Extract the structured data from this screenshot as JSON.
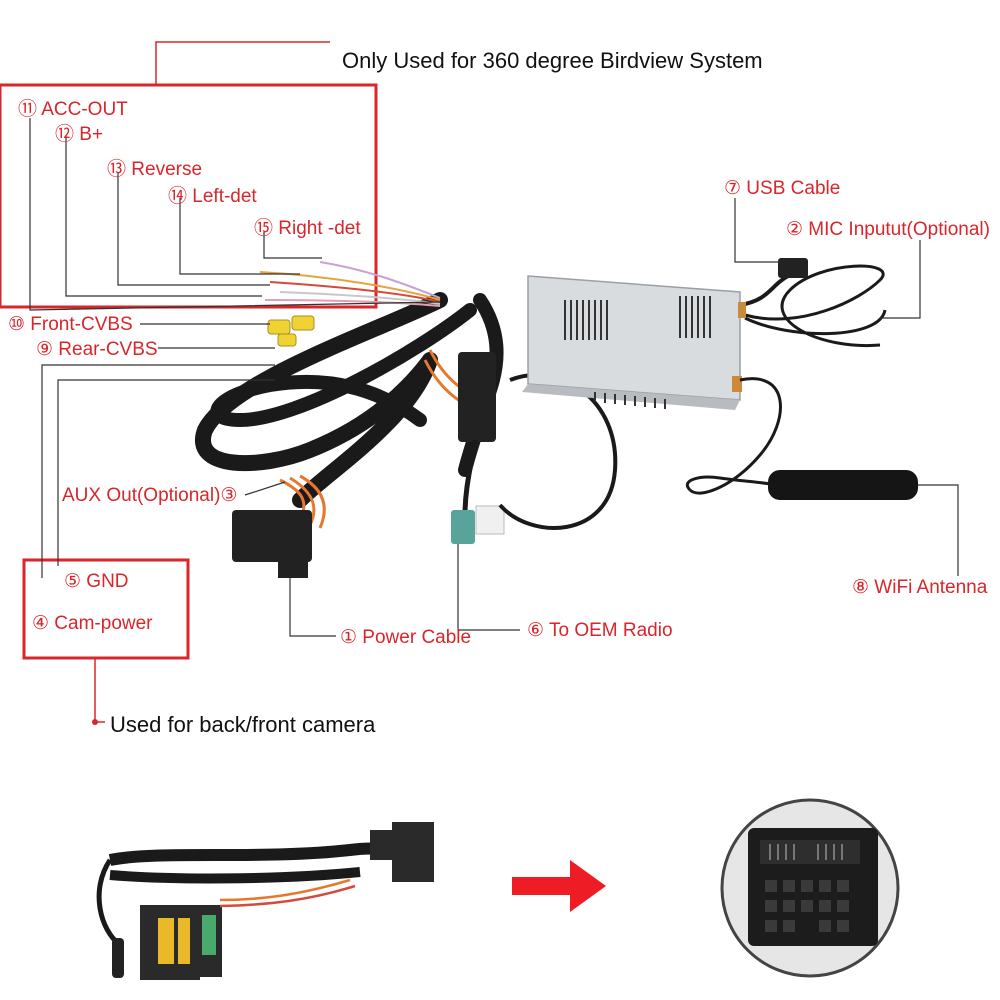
{
  "headings": {
    "top": "Only Used for 360 degree Birdview System",
    "bottom": "Used for back/front camera"
  },
  "labels": {
    "acc_out": "⑪ ACC-OUT",
    "b_plus": "⑫ B+",
    "reverse": "⑬ Reverse",
    "left_det": "⑭ Left-det",
    "right_det": "⑮ Right -det",
    "front_cvbs": "⑩ Front-CVBS",
    "rear_cvbs": "⑨ Rear-CVBS",
    "aux_out": "AUX Out(Optional)③",
    "gnd": "⑤ GND",
    "cam_power": "④ Cam-power",
    "power_cable": "① Power Cable",
    "to_oem_radio": "⑥ To OEM Radio",
    "usb_cable": "⑦ USB Cable",
    "mic_input": "② MIC Inputut(Optional)",
    "wifi_antenna": "⑧ WiFi Antenna"
  },
  "colors": {
    "accent_red": "#d8262b",
    "harness_black": "#1a1a1a",
    "wire_orange": "#e8772e",
    "box_silver": "#d9dcdf"
  }
}
